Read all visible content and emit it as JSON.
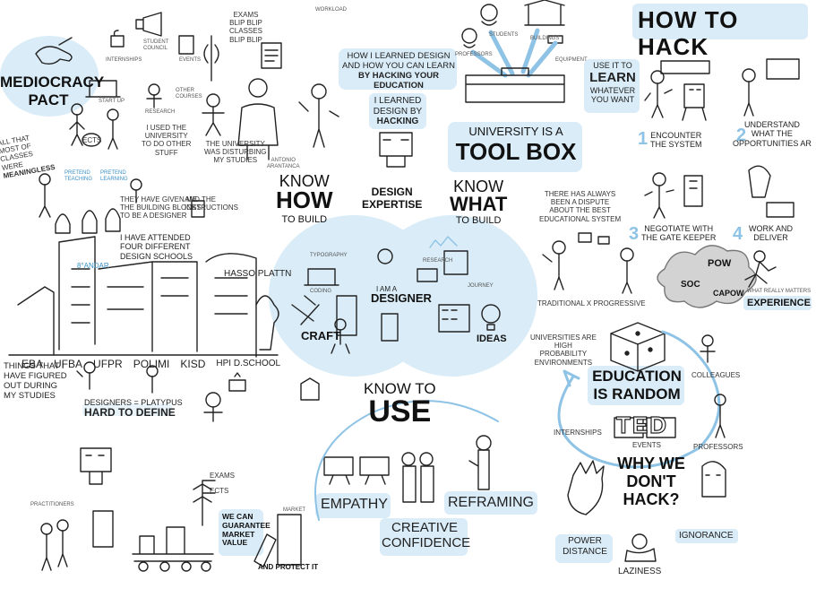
{
  "headline": {
    "how_to_hack": "HOW TO HACK",
    "mediocracy_pact": [
      "MEDIOCRACY",
      "PACT"
    ],
    "tool_box": [
      "UNIVERSITY IS A",
      "TOOL BOX"
    ],
    "learned_intro": [
      "HOW I LEARNED DESIGN",
      "AND HOW YOU CAN LEARN",
      "BY HACKING YOUR EDUCATION"
    ],
    "learned_hacking": [
      "I LEARNED",
      "DESIGN BY",
      "HACKING"
    ],
    "use_it": [
      "USE IT TO",
      "LEARN",
      "WHATEVER",
      "YOU WANT"
    ],
    "design_expertise": [
      "DESIGN",
      "EXPERTISE"
    ],
    "know_how": [
      "KNOW",
      "HOW",
      "TO BUILD"
    ],
    "know_what": [
      "KNOW",
      "WHAT",
      "TO BUILD"
    ],
    "know_to_use": [
      "KNOW TO",
      "USE"
    ],
    "education_random": [
      "EDUCATION",
      "IS RANDOM"
    ],
    "why_we_dont_hack": [
      "WHY WE",
      "DON'T",
      "HACK?"
    ],
    "designers_platypus": [
      "DESIGNERS = PLATYPUS",
      "HARD TO DEFINE"
    ],
    "things_figured_out": [
      "THINGS THAT I",
      "HAVE FIGURED",
      "OUT DURING",
      "MY STUDIES"
    ]
  },
  "steps": [
    {
      "num": "1",
      "label": [
        "ENCOUNTER",
        "THE SYSTEM"
      ]
    },
    {
      "num": "2",
      "label": [
        "UNDERSTAND",
        "WHAT THE",
        "OPPORTUNITIES AR"
      ]
    },
    {
      "num": "3",
      "label": [
        "NEGOTIATE WITH",
        "THE GATE KEEPER"
      ]
    },
    {
      "num": "4",
      "label": [
        "WORK AND",
        "DELIVER"
      ]
    }
  ],
  "labels": {
    "traditional": "TRADITIONAL X PROGRESSIVE",
    "dispute": [
      "THERE HAS ALWAYS",
      "BEEN A DISPUTE",
      "ABOUT THE BEST",
      "EDUCATIONAL SYSTEM"
    ],
    "what_matters": "WHAT REALLY MATTERS",
    "experience": "EXPERIENCE",
    "high_prob": [
      "UNIVERSITIES ARE",
      "HIGH",
      "PROBABILITY",
      "ENVIRONMENTS"
    ],
    "colleagues": "COLLEAGUES",
    "internships": "INTERNSHIPS",
    "events": "EVENTS",
    "professors": "PROFESSORS",
    "ted": "TED",
    "power_distance": [
      "POWER",
      "DISTANCE"
    ],
    "ignorance": "IGNORANCE",
    "laziness": "LAZINESS",
    "empathy": "EMPATHY",
    "creative": [
      "CREATIVE",
      "CONFIDENCE"
    ],
    "reframing": "REFRAMING",
    "craft": "CRAFT",
    "ideas": "IDEAS",
    "i_am_a": "I AM A",
    "designer": "DESIGNER",
    "typography": "TYPOGRAPHY",
    "coding": "CODING",
    "research": "RESEARCH",
    "journey": "JOURNEY",
    "four_schools": [
      "I HAVE ATTENDED",
      "FOUR DIFFERENT",
      "DESIGN SCHOOLS"
    ],
    "building_blocks": [
      "THEY HAVE GIVEN ME",
      "THE BUILDING BLOCKS",
      "TO BE A DESIGNER"
    ],
    "instructions": [
      "AND THE",
      "INSTRUCTIONS"
    ],
    "schools": [
      "EBA",
      "UFBA",
      "UFPR",
      "POLIMI",
      "KISD",
      "HPI d.SCHOOL"
    ],
    "hasso": "HASSO PLATTN",
    "oitavo": "8°ANDAR",
    "university_disturbing": [
      "THE UNIVERSITY",
      "WAS DISTURBING",
      "MY STUDIES"
    ],
    "used_university": [
      "I USED THE",
      "UNIVERSITY",
      "TO DO OTHER",
      "STUFF"
    ],
    "antonio": [
      "ANTONIO",
      "ARANTANCA"
    ],
    "pretend_teaching": [
      "PRETEND",
      "TEACHING"
    ],
    "pretend_learning": [
      "PRETEND",
      "LEARNING"
    ],
    "classes_meaningless": [
      "ALL THAT MOST OF",
      "CLASSES WERE",
      "MEANINGLESS"
    ],
    "exams": [
      "EXAMS",
      "BLIP BLIP",
      "CLASSES",
      "BLIP BLIP"
    ],
    "ects": "ECTS",
    "exams_ects": [
      "EXAMS",
      "ECTS"
    ],
    "guarantee": [
      "WE CAN",
      "GUARANTEE",
      "MARKET",
      "VALUE"
    ],
    "protect": "AND PROTECT IT",
    "practitioners": "PRACTITIONERS",
    "market": "MARKET",
    "students": "STUDENTS",
    "buildings": "BUILDINGS",
    "equipment": "EQUIPMENT",
    "professors_top": "PROFESSORS",
    "student_council": [
      "STUDENT",
      "COUNCIL"
    ],
    "events_top": "EVENTS",
    "other_courses": [
      "OTHER",
      "COURSES"
    ],
    "internships_top": "INTERNSHIPS",
    "start_up": "START UP",
    "research_top": "RESEARCH",
    "workload": "WORKLOAD",
    "soc": "SOC",
    "pow": "POW",
    "capow": "CAPOW"
  },
  "colors": {
    "accent": "#d9ecf7",
    "ink": "#111111",
    "blue": "#8ec3e6"
  }
}
